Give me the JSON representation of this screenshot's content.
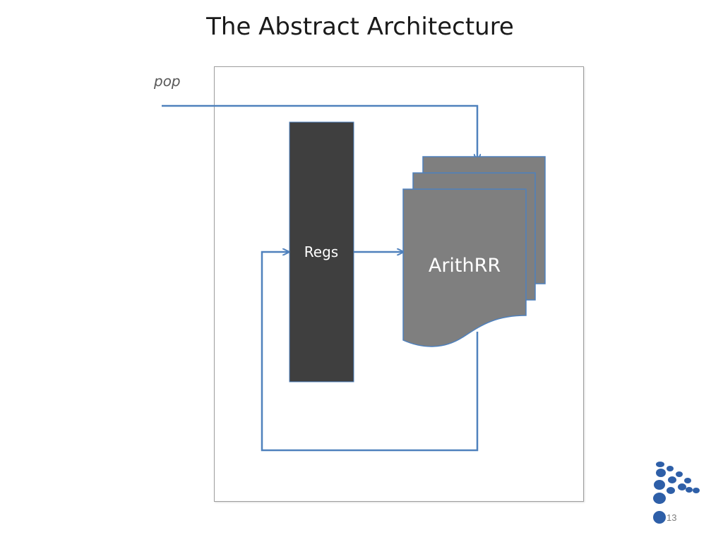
{
  "slide": {
    "title": "The Abstract Architecture",
    "page_number": "13"
  },
  "diagram": {
    "input_label": "pop",
    "regs_label": "Regs",
    "arith_label": "ArithRR",
    "colors": {
      "regs_fill": "#3f3f3f",
      "arith_fill": "#7f7f7f",
      "arrow": "#4f81bd",
      "logo": "#2e5fa8"
    }
  },
  "logo": {
    "icon": "dots-logo-icon"
  }
}
